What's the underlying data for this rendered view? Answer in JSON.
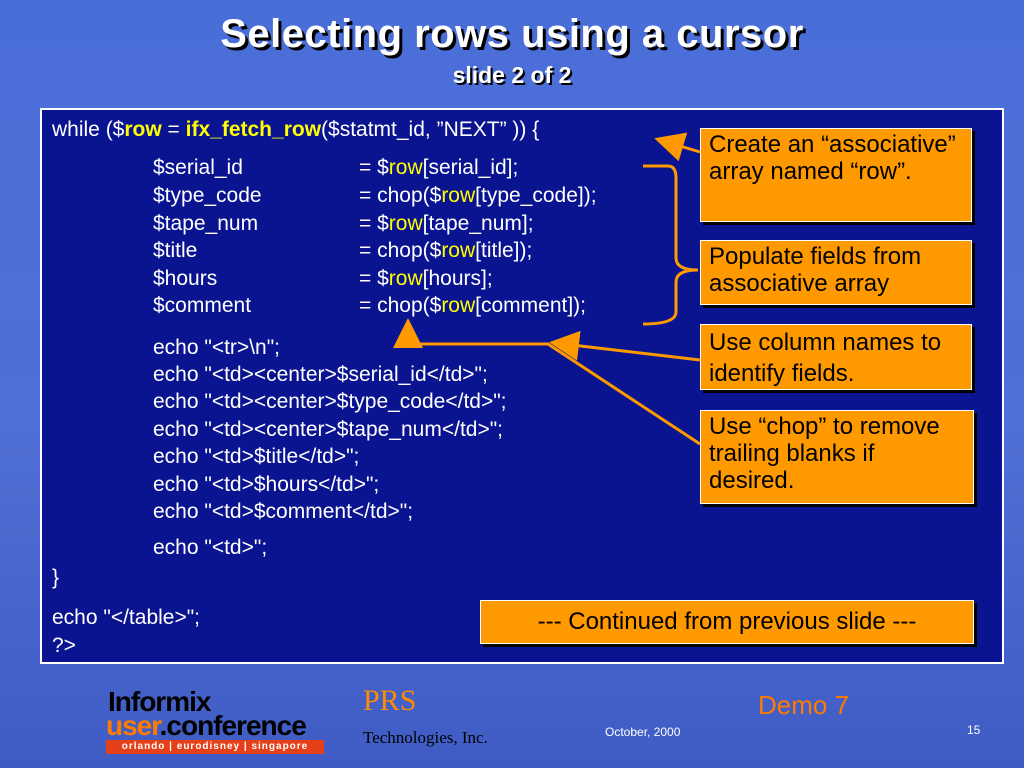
{
  "slide": {
    "title": "Selecting rows using a cursor",
    "subtitle": "slide 2 of 2"
  },
  "code": {
    "while_prefix": "while ($",
    "while_row": "row",
    "while_eq": " = ",
    "while_func": "ifx_fetch_row",
    "while_suffix": "($statmt_id, ”NEXT” )) {",
    "assignments": [
      {
        "var": "$serial_id",
        "pre": "= $",
        "row": "row",
        "post": "[serial_id];"
      },
      {
        "var": "$type_code",
        "pre": "= chop($",
        "row": "row",
        "post": "[type_code]);"
      },
      {
        "var": "$tape_num",
        "pre": "= $",
        "row": "row",
        "post": "[tape_num];"
      },
      {
        "var": "$title",
        "pre": "= chop($",
        "row": "row",
        "post": "[title]);"
      },
      {
        "var": "$hours",
        "pre": "= $",
        "row": "row",
        "post": "[hours];"
      },
      {
        "var": "$comment",
        "pre": "= chop($",
        "row": "row",
        "post": "[comment]);"
      }
    ],
    "echoes": [
      "echo \"<tr>\\n\";",
      "echo \"<td><center>$serial_id</td>\";",
      "echo \"<td><center>$type_code</td>\";",
      "echo \"<td><center>$tape_num</td>\";",
      "echo \"<td>$title</td>\";",
      "echo \"<td>$hours</td>\";",
      "echo \"<td>$comment</td>\";"
    ],
    "echo_td": "echo \"<td>\";",
    "close_brace": "}",
    "echo_table": "echo \"</table>\";",
    "php_end": "?>"
  },
  "callouts": {
    "associative": "Create an “associative” array named “row”.",
    "populate": "Populate fields from associative array",
    "column_names": "Use column names to identify fields.",
    "chop": "Use “chop” to remove trailing blanks if desired.",
    "continued": "--- Continued from previous slide ---"
  },
  "footer": {
    "logo_informix": "Informix",
    "logo_user": "user",
    "logo_conference": ".conference",
    "logo_cities": "orlando | eurodisney | singapore",
    "prs": "PRS",
    "prs_sub": "Technologies, Inc.",
    "date": "October, 2000",
    "demo": "Demo 7",
    "page": "15"
  },
  "colors": {
    "background": "#4a6ed8",
    "code_box": "#0a1490",
    "callout": "#ff9900",
    "highlight": "#ffff00",
    "arrow": "#ff9900"
  }
}
